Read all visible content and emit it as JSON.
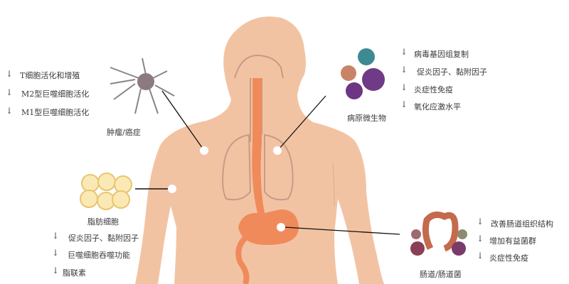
{
  "colors": {
    "skin": "#f2c3a3",
    "organ": "#f08a5b",
    "line": "#111111"
  },
  "arrow_icon": "↓",
  "tumor": {
    "label": "肿瘤/癌症",
    "items": [
      "T细胞活化和增殖",
      "M2型巨噬细胞活化",
      "M1型巨噬细胞活化"
    ]
  },
  "pathogen": {
    "label": "病原微生物",
    "items": [
      "病毒基因组复制",
      "促炎因子、黏附因子",
      "炎症性免疫",
      "氧化应激水平"
    ]
  },
  "adipocyte": {
    "label": "脂肪细胞",
    "items": [
      "促炎因子、黏附因子",
      "巨噬细胞吞噬功能",
      "脂联素"
    ]
  },
  "gut": {
    "label": "肠道/肠道菌",
    "items": [
      "改善肠道组织结构",
      "增加有益菌群",
      "炎症性免疫"
    ]
  }
}
